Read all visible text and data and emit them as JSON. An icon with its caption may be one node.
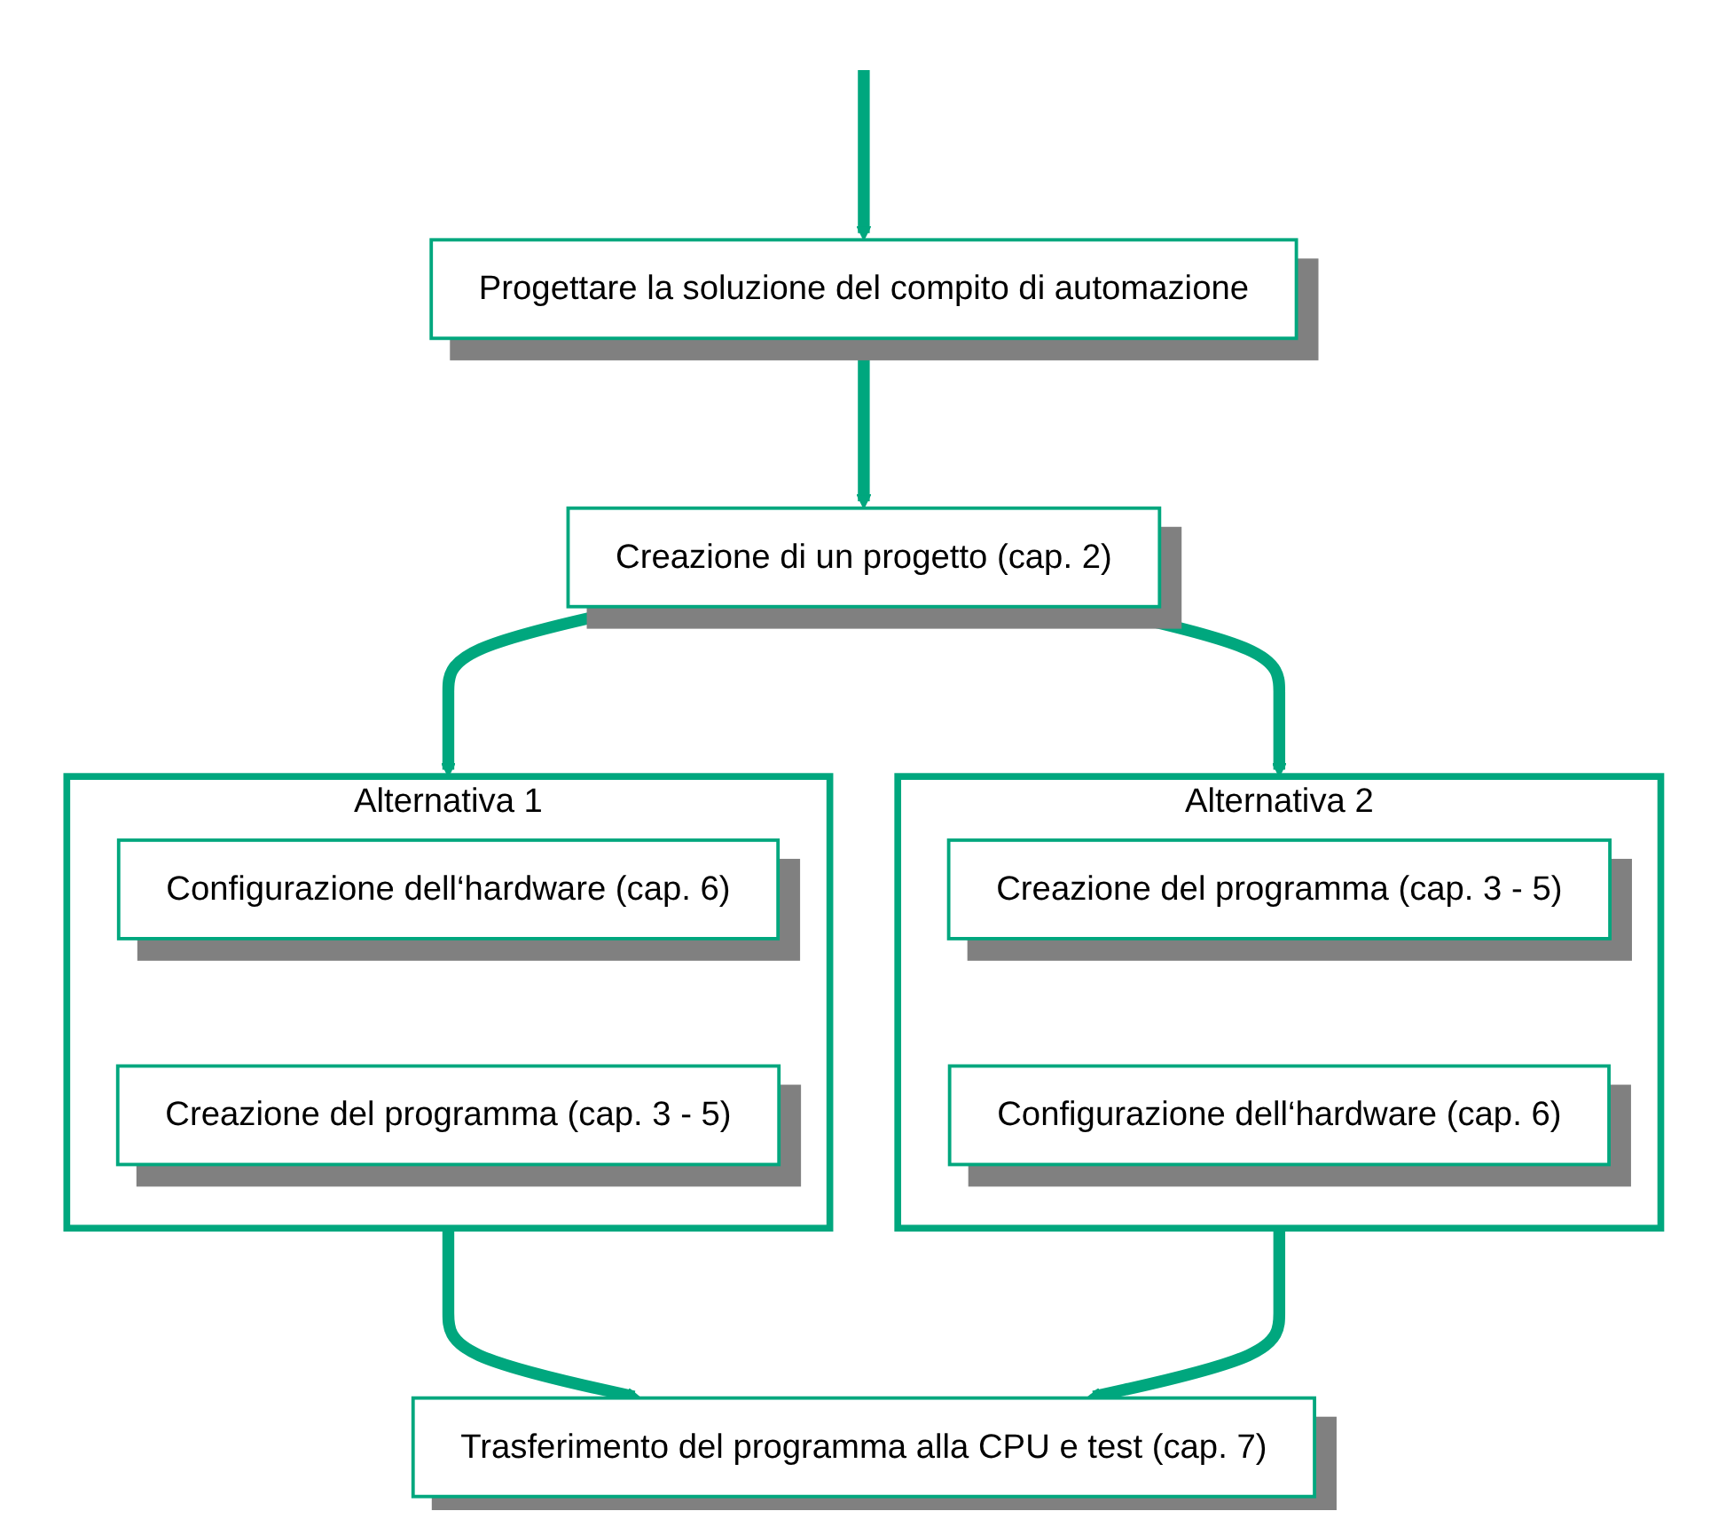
{
  "diagram": {
    "nodes": [
      {
        "text": [
          "Progettare la soluzione del compito di automazione"
        ]
      },
      {
        "text": [
          "Creazione di un progetto (cap. 2)"
        ]
      },
      {
        "text": [
          "Alternativa 1"
        ]
      },
      {
        "text": [
          "Configurazione dell‘hardware (cap. 6)"
        ],
        "in": 2
      },
      {
        "text": [
          "Creazione del programma (cap. 3 - 5)"
        ],
        "in": 2
      },
      {
        "text": [
          "Alternativa 2"
        ]
      },
      {
        "text": [
          "Creazione del programma (cap. 3 - 5)"
        ],
        "in": 5
      },
      {
        "text": [
          "Configurazione dell‘hardware (cap. 6)"
        ],
        "in": 5
      },
      {
        "text": [
          "Trasferimento del programma alla CPU e test (cap. 7)"
        ]
      }
    ],
    "edges": [
      {
        "from": null,
        "to": 0,
        "arrow": "to"
      },
      {
        "from": 0,
        "to": 1,
        "arrow": "to"
      },
      {
        "from": 1,
        "to": 2,
        "arrow": "to"
      },
      {
        "from": 1,
        "to": 5,
        "arrow": "to"
      },
      {
        "from": 2,
        "to": 8,
        "arrow": "to"
      },
      {
        "from": 5,
        "to": 8,
        "arrow": "to"
      }
    ]
  }
}
